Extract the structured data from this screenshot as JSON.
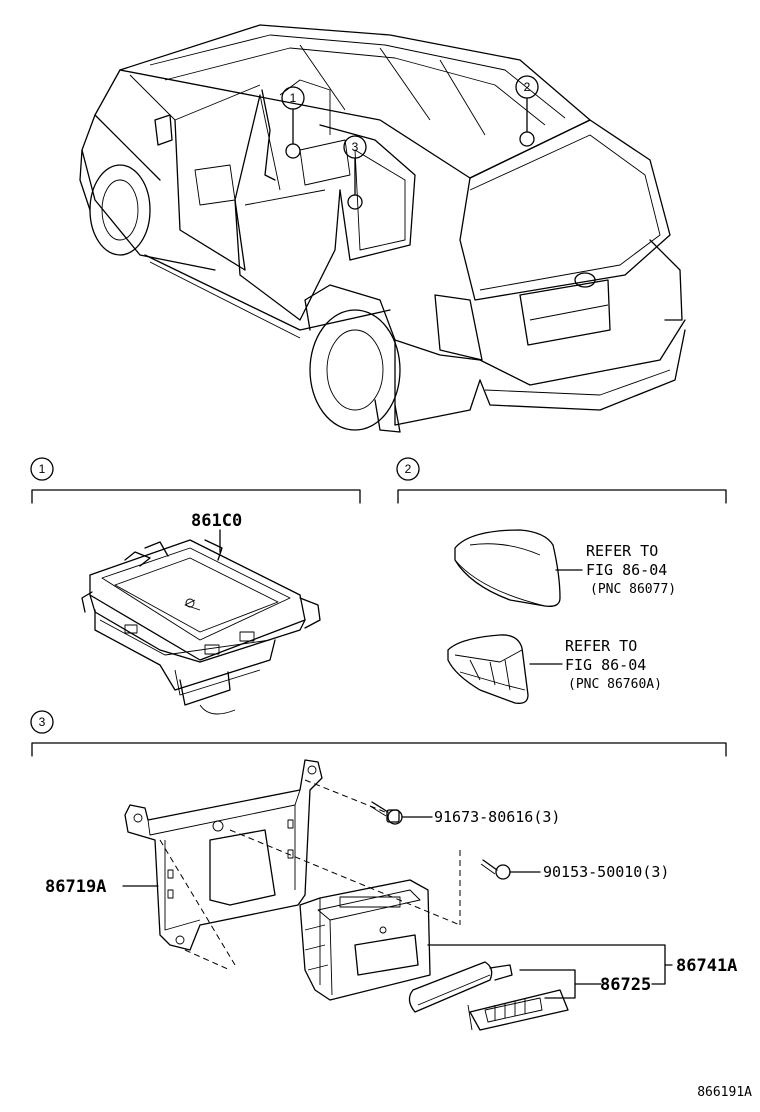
{
  "callouts": [
    "1",
    "2",
    "3"
  ],
  "sections": [
    {
      "number": "1"
    },
    {
      "number": "2"
    },
    {
      "number": "3"
    }
  ],
  "parts": {
    "p861c0": "861C0",
    "p91673": "91673-80616(3)",
    "p90153": "90153-50010(3)",
    "p86719a": "86719A",
    "p86741a": "86741A",
    "p86725": "86725"
  },
  "refer": [
    {
      "line1": "REFER TO",
      "line2": "FIG 86-04",
      "line3": "(PNC 86077)"
    },
    {
      "line1": "REFER TO",
      "line2": "FIG 86-04",
      "line3": "(PNC 86760A)"
    }
  ],
  "figure_id": "866191A"
}
